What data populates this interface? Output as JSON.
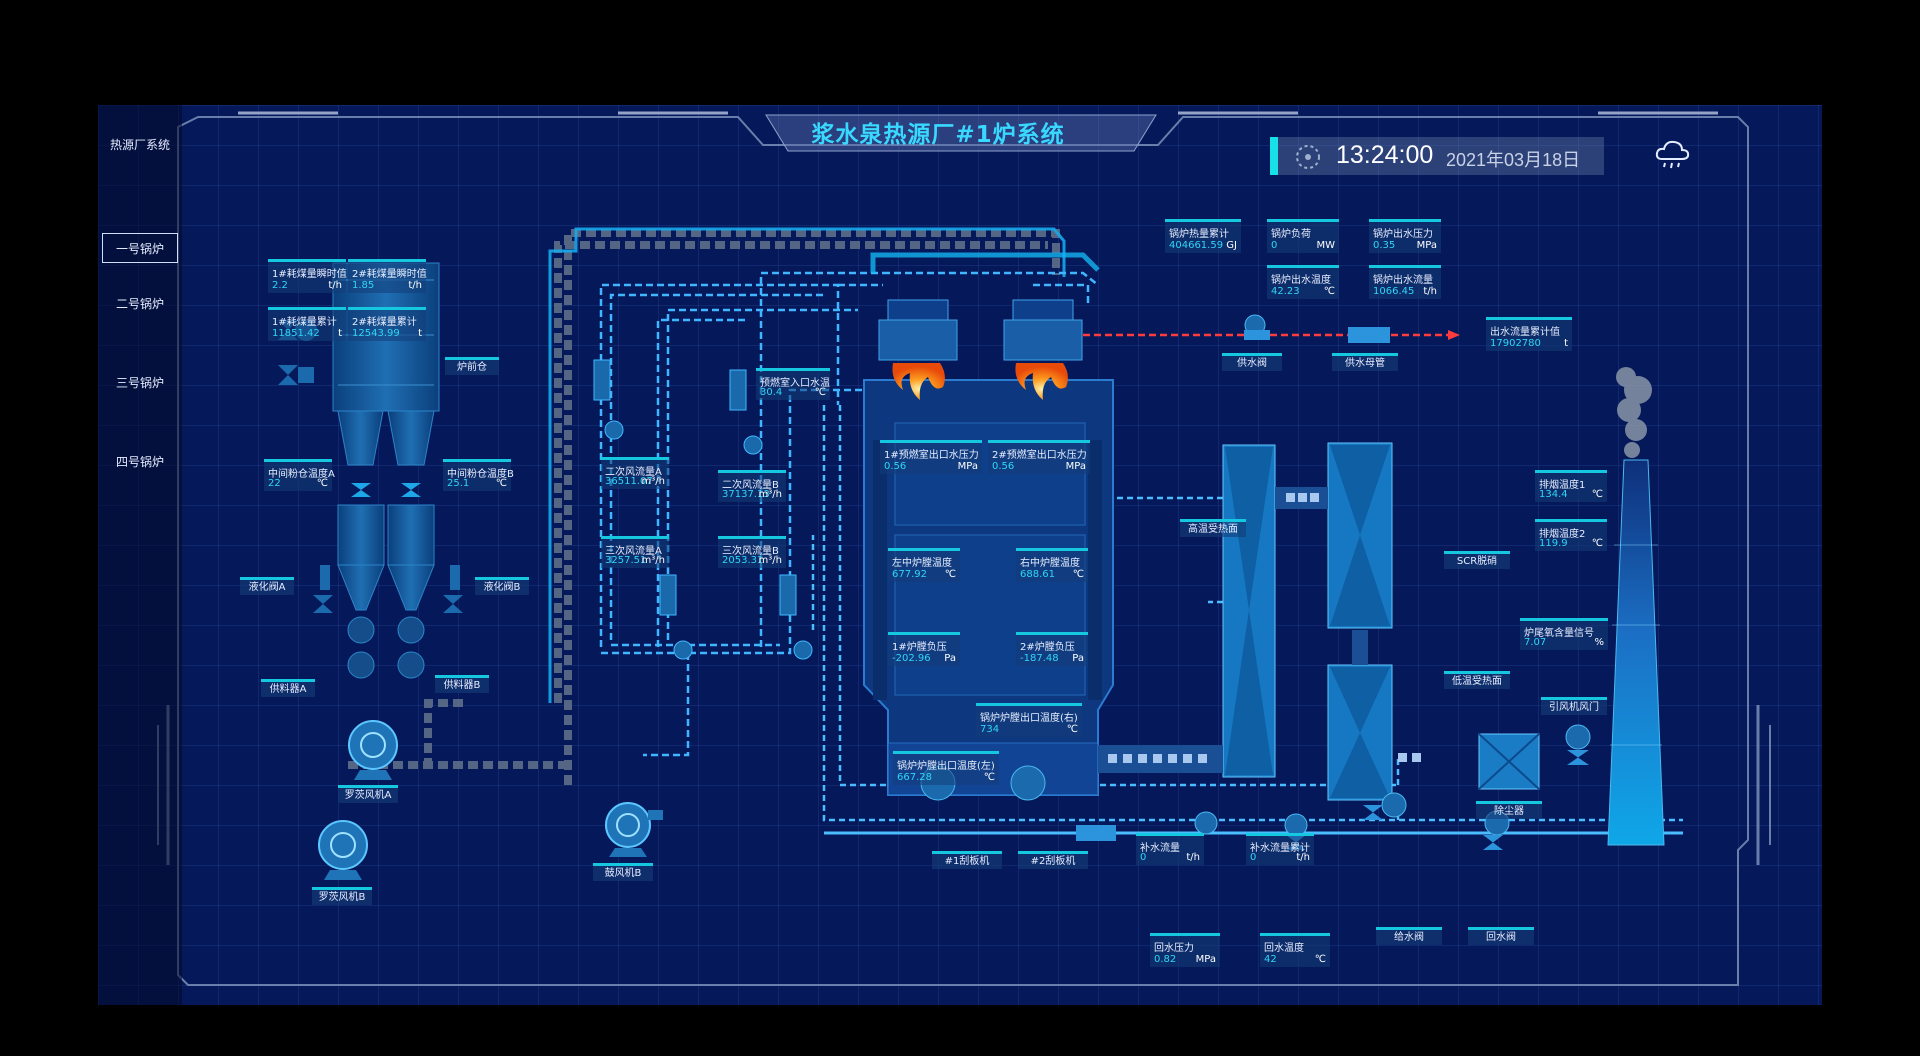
{
  "title": "浆水泉热源厂#1炉系统",
  "clock": {
    "time": "13:24:00",
    "date": "2021年03月18日"
  },
  "icons": {
    "weather": "cloud-rain-icon",
    "clock": "clock-dial-icon"
  },
  "colors": {
    "accent": "#39d8ff",
    "pipe": "#2fa8e8",
    "hot_water": "#ff3b3b",
    "flame": "#ff8a00"
  },
  "sidebar": [
    {
      "label": "热源厂系统",
      "active": false
    },
    {
      "label": "一号锅炉",
      "active": true
    },
    {
      "label": "二号锅炉",
      "active": false
    },
    {
      "label": "三号锅炉",
      "active": false
    },
    {
      "label": "四号锅炉",
      "active": false
    }
  ],
  "readouts": {
    "coal1_instant": {
      "label": "1#耗煤量瞬时值",
      "value": "2.2",
      "unit": "t/h"
    },
    "coal2_instant": {
      "label": "2#耗煤量瞬时值",
      "value": "1.85",
      "unit": "t/h"
    },
    "coal1_total": {
      "label": "1#耗煤量累计",
      "value": "11851.42",
      "unit": "t"
    },
    "coal2_total": {
      "label": "2#耗煤量累计",
      "value": "12543.99",
      "unit": "t"
    },
    "bin_temp_a": {
      "label": "中间粉仓温度A",
      "value": "22",
      "unit": "℃"
    },
    "bin_temp_b": {
      "label": "中间粉仓温度B",
      "value": "25.1",
      "unit": "℃"
    },
    "sec_air_a": {
      "label": "二次风流量A",
      "value": "36511.07",
      "unit": "m³/h"
    },
    "sec_air_b": {
      "label": "二次风流量B",
      "value": "37137.13",
      "unit": "m³/h"
    },
    "ter_air_a": {
      "label": "三次风流量A",
      "value": "3257.51",
      "unit": "m³/h"
    },
    "ter_air_b": {
      "label": "三次风流量B",
      "value": "2053.31",
      "unit": "m³/h"
    },
    "precomb_inlet_temp": {
      "label": "预燃室入口水温",
      "value": "30.4",
      "unit": "℃"
    },
    "precomb1_outlet_p": {
      "label": "1#预燃室出口水压力",
      "value": "0.56",
      "unit": "MPa"
    },
    "precomb2_outlet_p": {
      "label": "2#预燃室出口水压力",
      "value": "0.56",
      "unit": "MPa"
    },
    "furnace_left_temp": {
      "label": "左中炉膛温度",
      "value": "677.92",
      "unit": "℃"
    },
    "furnace_right_temp": {
      "label": "右中炉膛温度",
      "value": "688.61",
      "unit": "℃"
    },
    "furnace1_negp": {
      "label": "1#炉膛负压",
      "value": "-202.96",
      "unit": "Pa"
    },
    "furnace2_negp": {
      "label": "2#炉膛负压",
      "value": "-187.48",
      "unit": "Pa"
    },
    "outlet_temp_right": {
      "label": "锅炉炉膛出口温度(右)",
      "value": "734",
      "unit": "℃"
    },
    "outlet_temp_left": {
      "label": "锅炉炉膛出口温度(左)",
      "value": "667.28",
      "unit": "℃"
    },
    "heat_total": {
      "label": "锅炉热量累计",
      "value": "404661.59",
      "unit": "GJ"
    },
    "boiler_load": {
      "label": "锅炉负荷",
      "value": "0",
      "unit": "MW"
    },
    "out_pressure": {
      "label": "锅炉出水压力",
      "value": "0.35",
      "unit": "MPa"
    },
    "out_temp": {
      "label": "锅炉出水温度",
      "value": "42.23",
      "unit": "℃"
    },
    "out_flow": {
      "label": "锅炉出水流量",
      "value": "1066.45",
      "unit": "t/h"
    },
    "out_flow_total": {
      "label": "出水流量累计值",
      "value": "17902780",
      "unit": "t"
    },
    "exhaust_temp1": {
      "label": "排烟温度1",
      "value": "134.4",
      "unit": "℃"
    },
    "exhaust_temp2": {
      "label": "排烟温度2",
      "value": "119.9",
      "unit": "℃"
    },
    "o2_signal": {
      "label": "炉尾氧含量信号",
      "value": "7.07",
      "unit": "%"
    },
    "makeup_flow": {
      "label": "补水流量",
      "value": "0",
      "unit": "t/h"
    },
    "makeup_total": {
      "label": "补水流量累计",
      "value": "0",
      "unit": "t/h"
    },
    "return_pressure": {
      "label": "回水压力",
      "value": "0.82",
      "unit": "MPa"
    },
    "return_temp": {
      "label": "回水温度",
      "value": "42",
      "unit": "℃"
    }
  },
  "tags": {
    "hopper": "炉前仓",
    "valve_a": "液化阀A",
    "valve_b": "液化阀B",
    "feeder_a": "供料器A",
    "feeder_b": "供料器B",
    "roots_a": "罗茨风机A",
    "roots_b": "罗茨风机B",
    "blower_b": "鼓风机B",
    "supply_valve": "供水阀",
    "supply_main": "供水母管",
    "high_temp": "高温受热面",
    "scr": "SCR脱硝",
    "low_temp": "低温受热面",
    "id_fan_door": "引风机风门",
    "dust": "除尘器",
    "scraper1": "#1刮板机",
    "scraper2": "#2刮板机",
    "feed_valve": "给水阀",
    "return_valve": "回水阀"
  }
}
